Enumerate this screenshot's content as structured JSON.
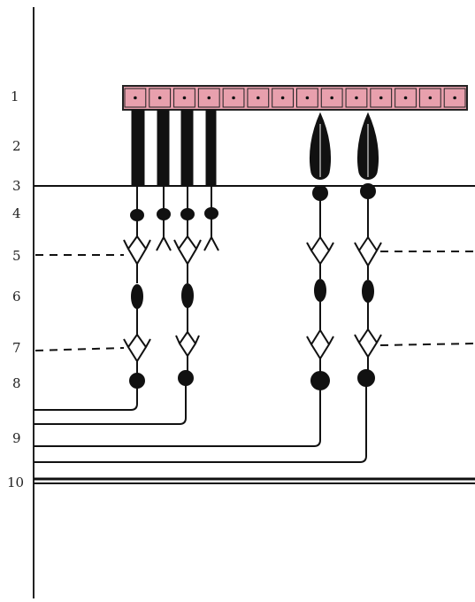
{
  "diagram": {
    "layer_labels": [
      "1",
      "2",
      "3",
      "4",
      "5",
      "6",
      "7",
      "8",
      "9",
      "10"
    ],
    "colors": {
      "pigment_epithelium": "#e8a0ad",
      "pigment_border": "#222222",
      "ink": "#111111",
      "background": "#ffffff"
    },
    "rods": 4,
    "cones": 2,
    "pigment_cells": 14
  }
}
